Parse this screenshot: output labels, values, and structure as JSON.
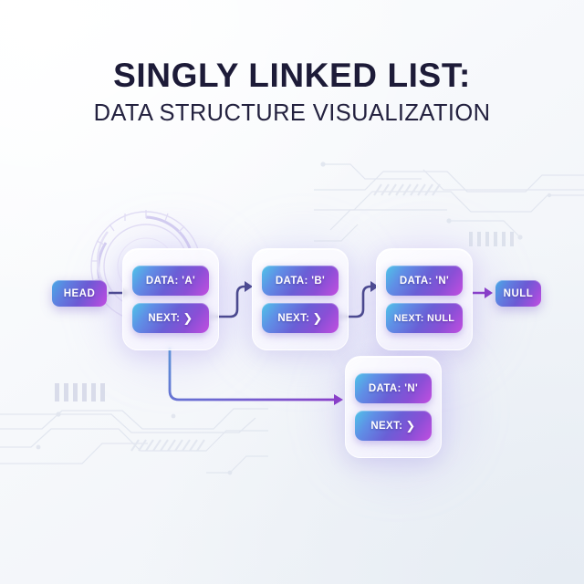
{
  "header": {
    "title": "SINGLY LINKED LIST:",
    "subtitle": "DATA STRUCTURE VISUALIZATION"
  },
  "colors": {
    "title_text": "#1d1b38",
    "pill_gradient_start": "#4fc5e8",
    "pill_gradient_mid": "#6a5fd6",
    "pill_gradient_end": "#c24fe0",
    "connector_blue": "#4f8fd6",
    "connector_purple": "#7a3fc9",
    "background": "#f4f7fa"
  },
  "terminals": {
    "head_label": "HEAD",
    "null_label": "NULL"
  },
  "nodes": [
    {
      "id": "node-a",
      "data_label": "DATA: 'A'",
      "next_label": "NEXT:",
      "next_icon": "chevron-right-icon",
      "next_value": ""
    },
    {
      "id": "node-b",
      "data_label": "DATA: 'B'",
      "next_label": "NEXT:",
      "next_icon": "chevron-right-icon",
      "next_value": ""
    },
    {
      "id": "node-c",
      "data_label": "DATA: 'N'",
      "next_label": "NEXT: NULL",
      "next_icon": "",
      "next_value": "NULL"
    },
    {
      "id": "node-d",
      "data_label": "DATA: 'N'",
      "next_label": "NEXT:",
      "next_icon": "chevron-right-icon",
      "next_value": ""
    }
  ],
  "icons": {
    "chevron": "❯",
    "arrow_head": "arrow-right-icon",
    "hud": "circular-hud-decoration",
    "circuit": "circuit-trace-decoration"
  }
}
